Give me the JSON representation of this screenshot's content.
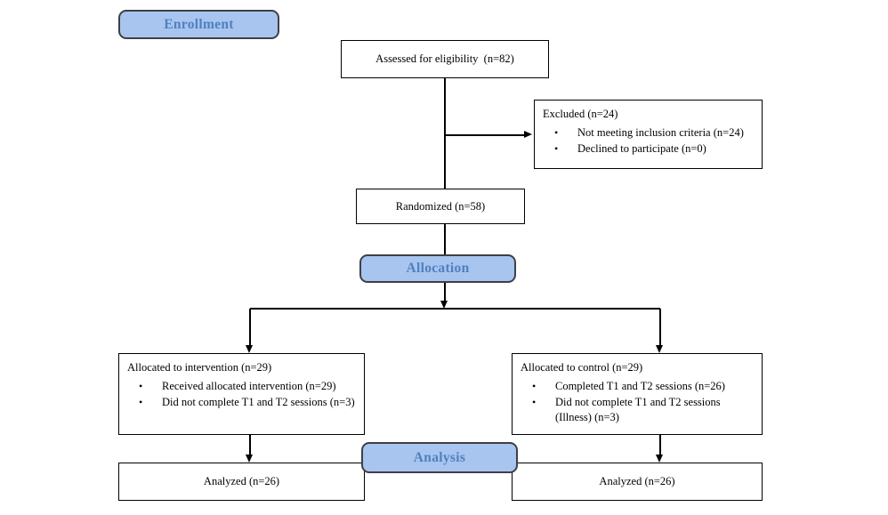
{
  "diagram": {
    "stage_labels": {
      "enrollment": "Enrollment",
      "allocation": "Allocation",
      "analysis": "Analysis"
    },
    "boxes": {
      "assessed": {
        "text": "Assessed for eligibility  (n=82)"
      },
      "excluded": {
        "title": "Excluded (n=24)",
        "bullets": [
          "Not meeting inclusion criteria (n=24)",
          "Declined to participate (n=0)"
        ]
      },
      "randomized": {
        "text": "Randomized (n=58)"
      },
      "intervention": {
        "title": "Allocated to intervention (n=29)",
        "bullets": [
          "Received allocated intervention (n=29)",
          "Did not complete T1 and T2 sessions (n=3)"
        ]
      },
      "control": {
        "title": "Allocated to control (n=29)",
        "bullets": [
          "Completed T1 and T2 sessions (n=26)",
          "Did not complete T1 and T2 sessions (Illness) (n=3)"
        ]
      },
      "analyzed_left": {
        "text": "Analyzed (n=26)"
      },
      "analyzed_right": {
        "text": "Analyzed (n=26)"
      }
    },
    "colors": {
      "stage_fill": "#A8C5F0",
      "stage_border": "#3F3F46",
      "stage_text": "#4F81BD",
      "box_border": "#000000",
      "line": "#000000"
    }
  }
}
